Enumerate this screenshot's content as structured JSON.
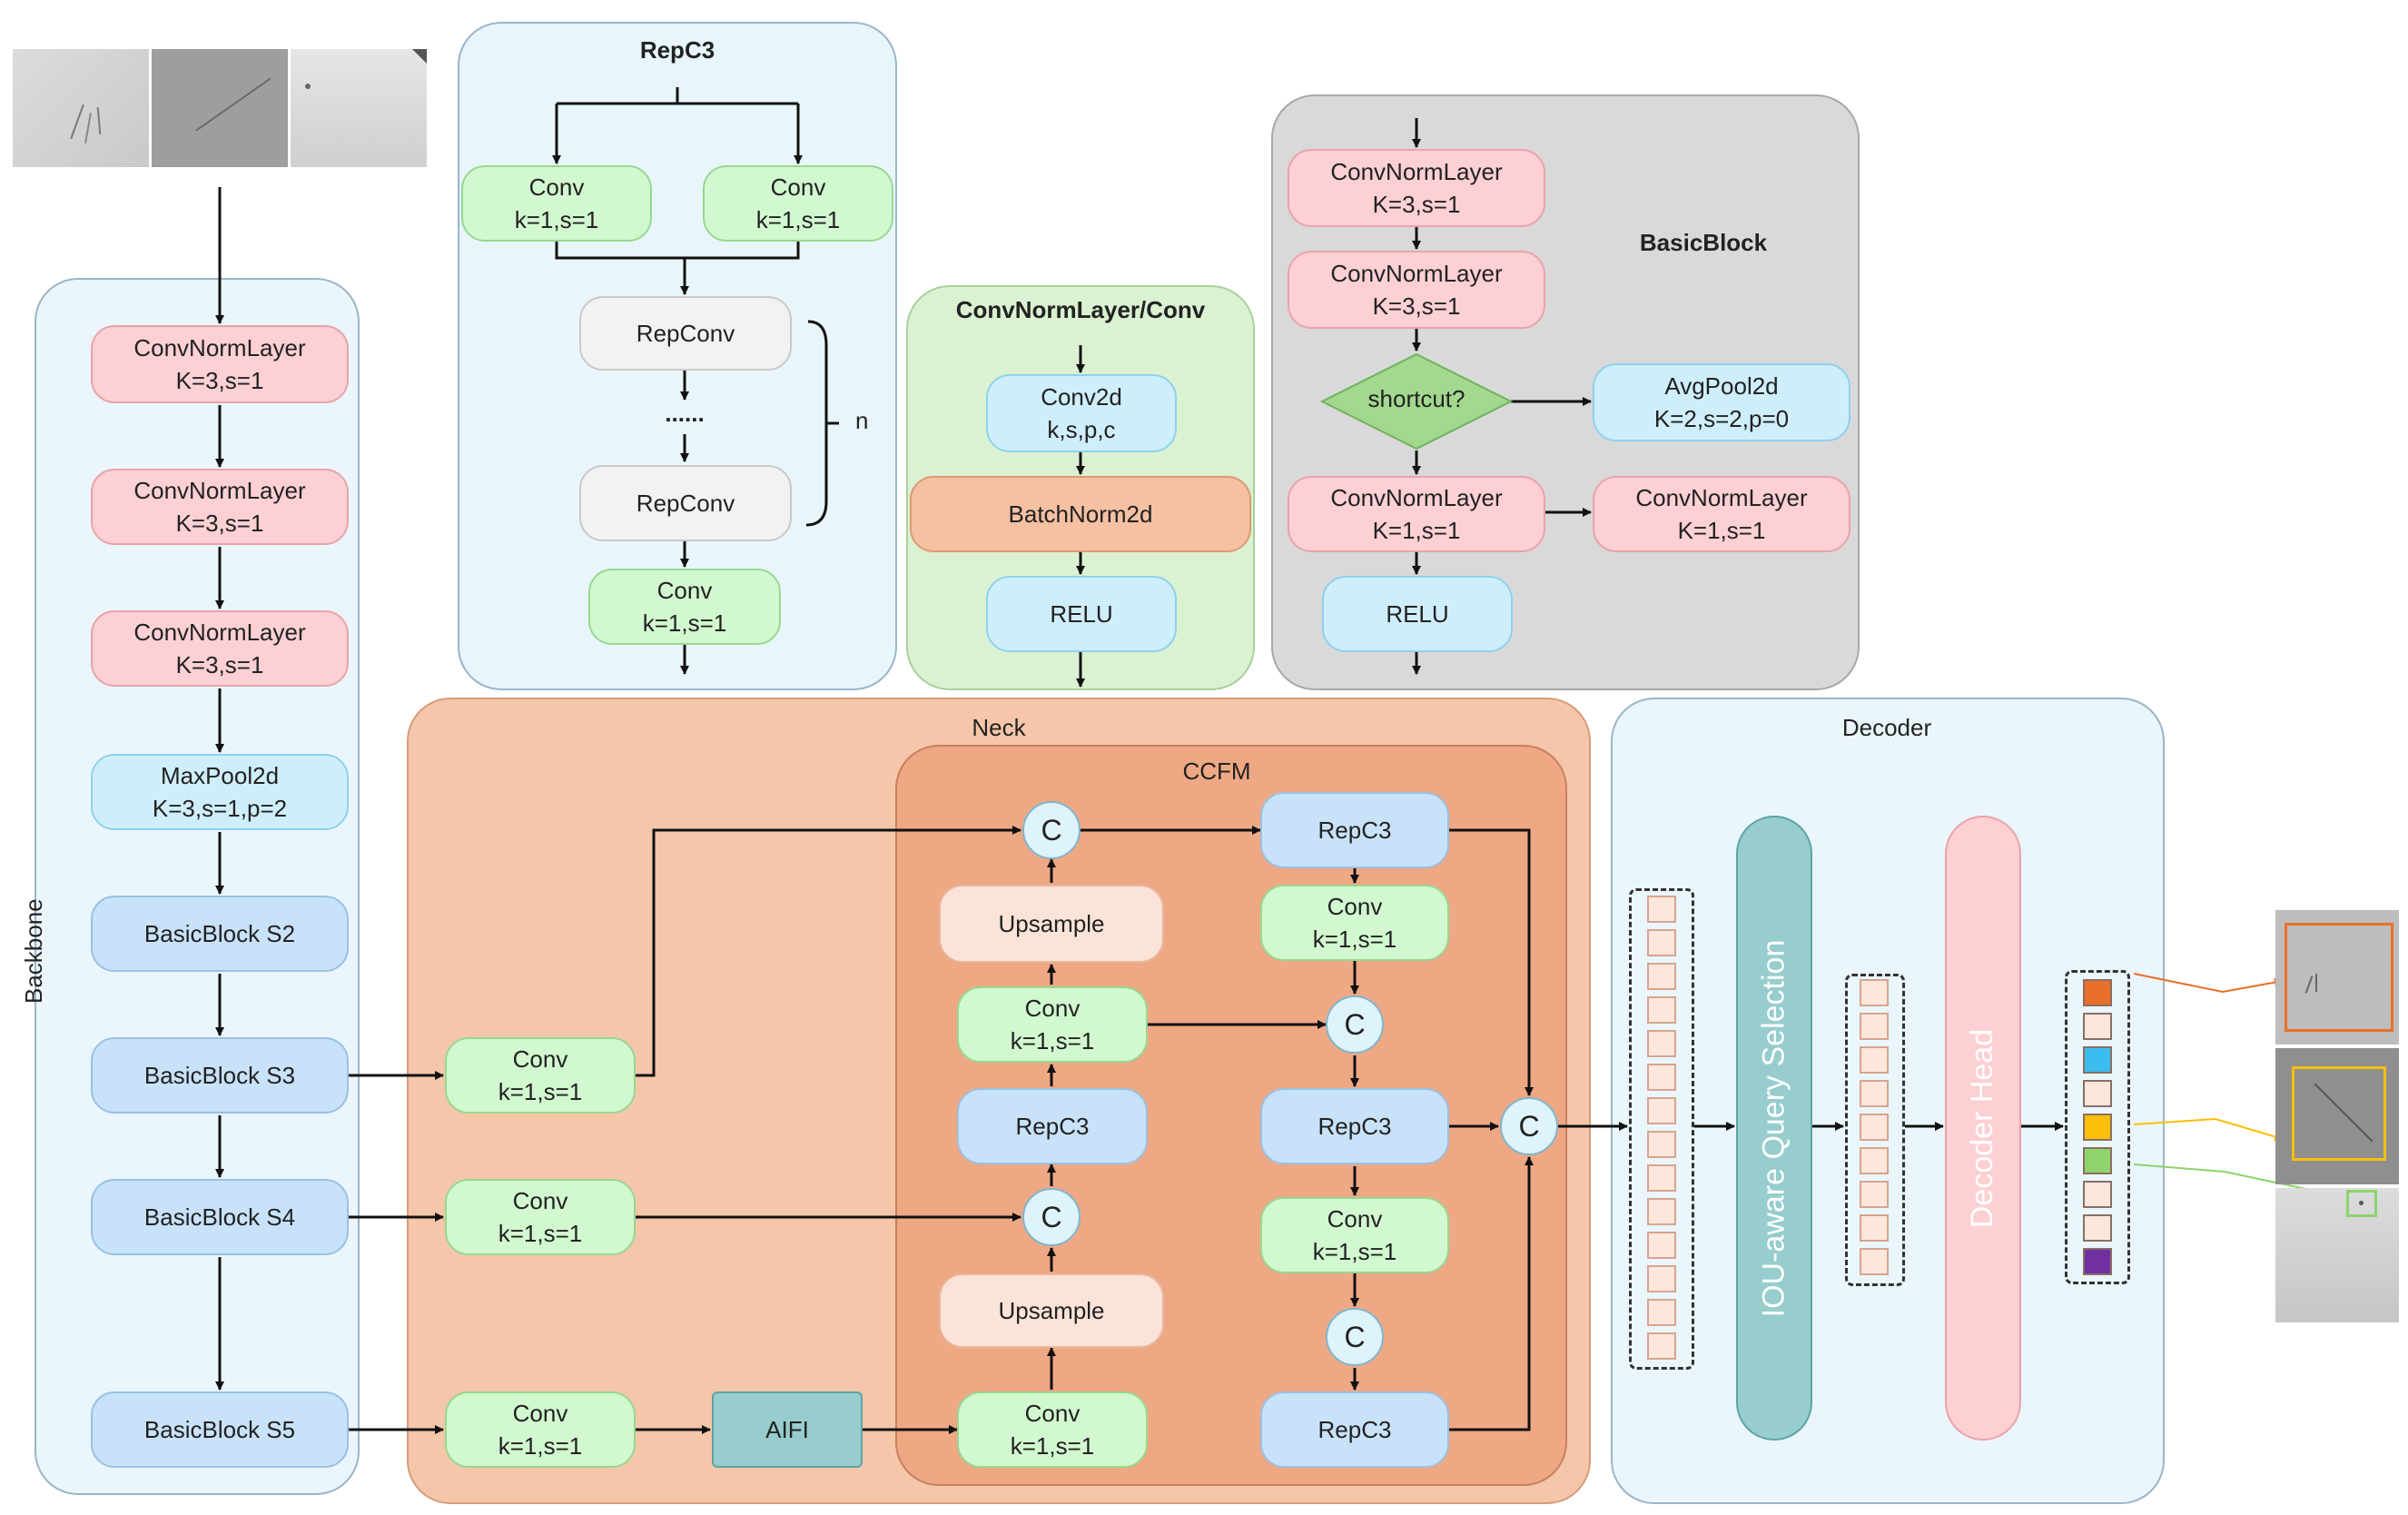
{
  "repc3": {
    "title": "RepC3",
    "conv1": [
      "Conv",
      "k=1,s=1"
    ],
    "conv2": [
      "Conv",
      "k=1,s=1"
    ],
    "repconv1": "RepConv",
    "dots": "......",
    "repconv2": "RepConv",
    "n": "n",
    "conv_out": [
      "Conv",
      "k=1,s=1"
    ]
  },
  "convnorm": {
    "title": "ConvNormLayer/Conv",
    "conv2d": [
      "Conv2d",
      "k,s,p,c"
    ],
    "batchnorm": "BatchNorm2d",
    "relu": "RELU"
  },
  "basicblock": {
    "title": "BasicBlock",
    "cnl1": [
      "ConvNormLayer",
      "K=3,s=1"
    ],
    "cnl2": [
      "ConvNormLayer",
      "K=3,s=1"
    ],
    "shortcut": "shortcut?",
    "avgpool": [
      "AvgPool2d",
      "K=2,s=2,p=0"
    ],
    "cnl3": [
      "ConvNormLayer",
      "K=1,s=1"
    ],
    "cnl4": [
      "ConvNormLayer",
      "K=1,s=1"
    ],
    "relu": "RELU"
  },
  "backbone": {
    "label": "Backbone",
    "cnl1": [
      "ConvNormLayer",
      "K=3,s=1"
    ],
    "cnl2": [
      "ConvNormLayer",
      "K=3,s=1"
    ],
    "cnl3": [
      "ConvNormLayer",
      "K=3,s=1"
    ],
    "maxpool": [
      "MaxPool2d",
      "K=3,s=1,p=2"
    ],
    "s2": "BasicBlock S2",
    "s3": "BasicBlock S3",
    "s4": "BasicBlock S4",
    "s5": "BasicBlock S5"
  },
  "neck": {
    "label": "Neck",
    "conv3": [
      "Conv",
      "k=1,s=1"
    ],
    "conv4": [
      "Conv",
      "k=1,s=1"
    ],
    "conv5": [
      "Conv",
      "k=1,s=1"
    ],
    "aifi": "AIFI"
  },
  "ccfm": {
    "label": "CCFM",
    "concat": "C",
    "upsample1": "Upsample",
    "conv_a": [
      "Conv",
      "k=1,s=1"
    ],
    "repc3_a": "RepC3",
    "upsample2": "Upsample",
    "conv_b": [
      "Conv",
      "k=1,s=1"
    ],
    "repc3_top": "RepC3",
    "conv_c": [
      "Conv",
      "k=1,s=1"
    ],
    "repc3_mid": "RepC3",
    "conv_d": [
      "Conv",
      "k=1,s=1"
    ],
    "repc3_bot": "RepC3"
  },
  "decoder": {
    "label": "Decoder",
    "query": "IOU-aware Query Selection",
    "head": "Decoder Head"
  },
  "colors": {
    "output_tokens": [
      "#e8702a",
      "#fde7dc",
      "#3cbdf0",
      "#fde7dc",
      "#fbbf08",
      "#8ed36c",
      "#fde7dc",
      "#fde7dc",
      "#7030a0"
    ],
    "box_orange": "#e8702a",
    "box_yellow": "#fbbf08",
    "box_green": "#8ed36c"
  }
}
